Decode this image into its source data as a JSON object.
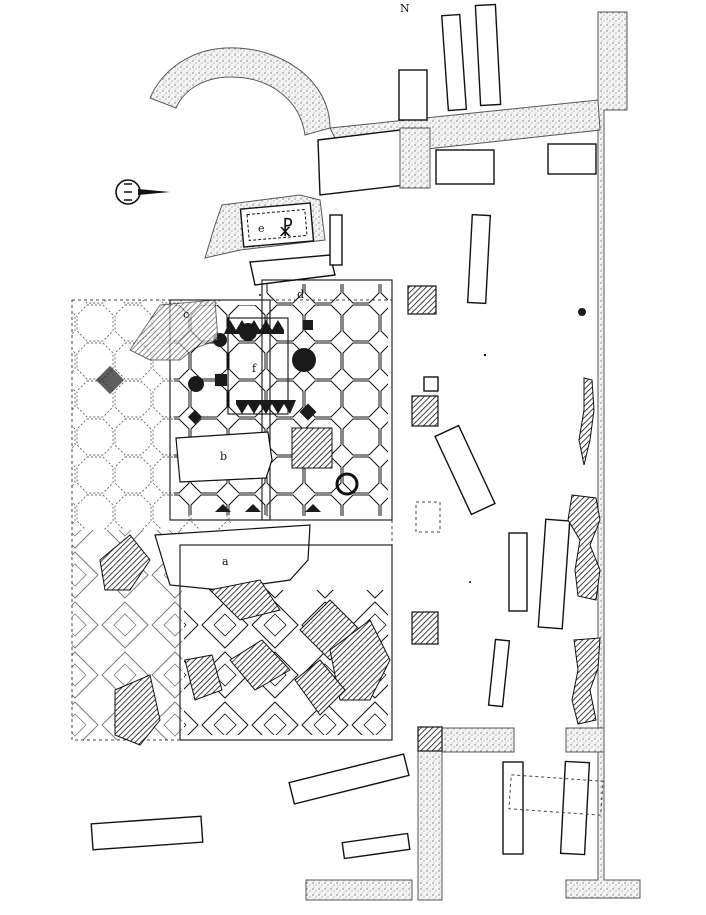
{
  "labels": {
    "a": "a",
    "b": "b",
    "c": "c",
    "d": "d",
    "e": "e",
    "f": "f",
    "top_mark": "N",
    "chi_rho": "☧"
  },
  "colors": {
    "ink": "#111111",
    "wall_stipple": "#9a9a9a",
    "paper": "#ffffff"
  },
  "icons": {
    "north_arrow": "north-arrow-icon",
    "chi_rho": "chi-rho-icon"
  }
}
